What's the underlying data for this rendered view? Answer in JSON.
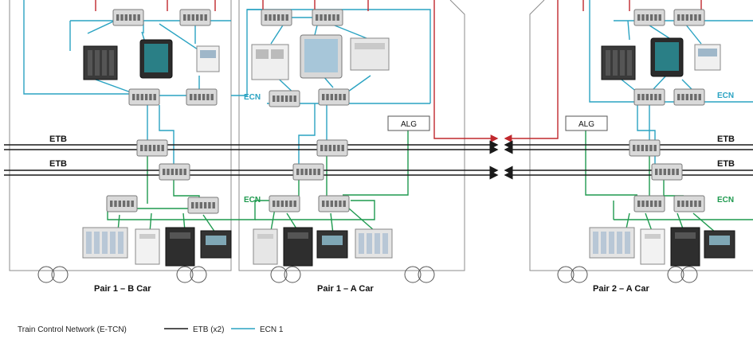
{
  "colors": {
    "etb": "#1a1a1a",
    "ecn_top": "#2aa3c2",
    "ecn_bottom": "#1f9a4f",
    "control": "#c0282d",
    "car_outline": "#8c8c8c",
    "switch_fill": "#d9d9d9"
  },
  "bus_labels": {
    "etb_upper_left": "ETB",
    "etb_lower_left": "ETB",
    "etb_upper_right": "ETB",
    "etb_lower_right": "ETB"
  },
  "ecn_labels": {
    "top_left": "ECN",
    "bottom_left": "ECN",
    "top_right": "ECN",
    "bottom_right": "ECN"
  },
  "gateway_labels": {
    "left": "ALG",
    "right": "ALG"
  },
  "cars": [
    {
      "label": "Pair 1 – B Car"
    },
    {
      "label": "Pair 1 – A Car"
    },
    {
      "label": "Pair 2 – A Car"
    }
  ],
  "legend": {
    "title": "Train Control Network (E-TCN)",
    "etb": "ETB (x2)",
    "ecn": "ECN 1"
  },
  "icons": [
    "network-switch-icon",
    "plc-rack-icon",
    "hmi-panel-icon",
    "controller-module-icon",
    "wheel-icon"
  ]
}
